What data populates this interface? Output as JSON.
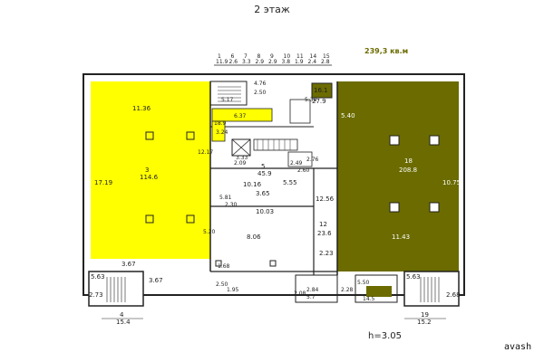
{
  "header": {
    "floor_label": "2 этаж"
  },
  "area_label": "239,3 кв.м",
  "height_label": "h=3.05",
  "watermark": "avash",
  "colors": {
    "yellow": "#ffff00",
    "olive": "#6b6b00",
    "line": "#222222"
  },
  "top_dims": {
    "numbers": [
      "1",
      "6",
      "7",
      "8",
      "9",
      "10",
      "11",
      "14",
      "15"
    ],
    "values": [
      "11.9",
      "2.6",
      "3.3",
      "2.9",
      "2.9",
      "3.8",
      "1.9",
      "2.4",
      "2.8"
    ]
  },
  "rooms": {
    "yellow_room": {
      "label": "11.36",
      "num": "3",
      "area": "114.6",
      "side": "17.19",
      "bottom": "3.67"
    },
    "center_top": {
      "num": "5",
      "area": "45.9",
      "w": "10.16",
      "d": "5.55",
      "sub": "3.65"
    },
    "center_bottom": {
      "area": "8.06",
      "w": "10.03"
    },
    "room_12": {
      "num": "12",
      "area": "23.6",
      "d": "2.23",
      "w": "12.56"
    },
    "olive_room": {
      "num": "18",
      "area": "208.8",
      "label": "11.43",
      "side": "10.75",
      "side2": "5.40"
    },
    "small_top": {
      "label": "16.1",
      "sub": "27.9"
    },
    "stair_left": {
      "num": "4",
      "area": "15.4",
      "w": "5.63",
      "h": "2.73",
      "sub": "3.67"
    },
    "stair_right": {
      "num": "19",
      "area": "15.2",
      "w": "5.63",
      "h": "2.68"
    },
    "misc": [
      "6.37",
      "2.50",
      "4.76",
      "5.38",
      "3.33",
      "2.09",
      "5.81",
      "12.17",
      "2.30",
      "5.20",
      "2.49",
      "2.60",
      "2.76",
      "1.68",
      "2.50",
      "1.95",
      "2.08",
      "2.84",
      "5.7",
      "2.28",
      "5.50",
      "14.5",
      "5.17",
      "3.24",
      "18.9"
    ]
  }
}
